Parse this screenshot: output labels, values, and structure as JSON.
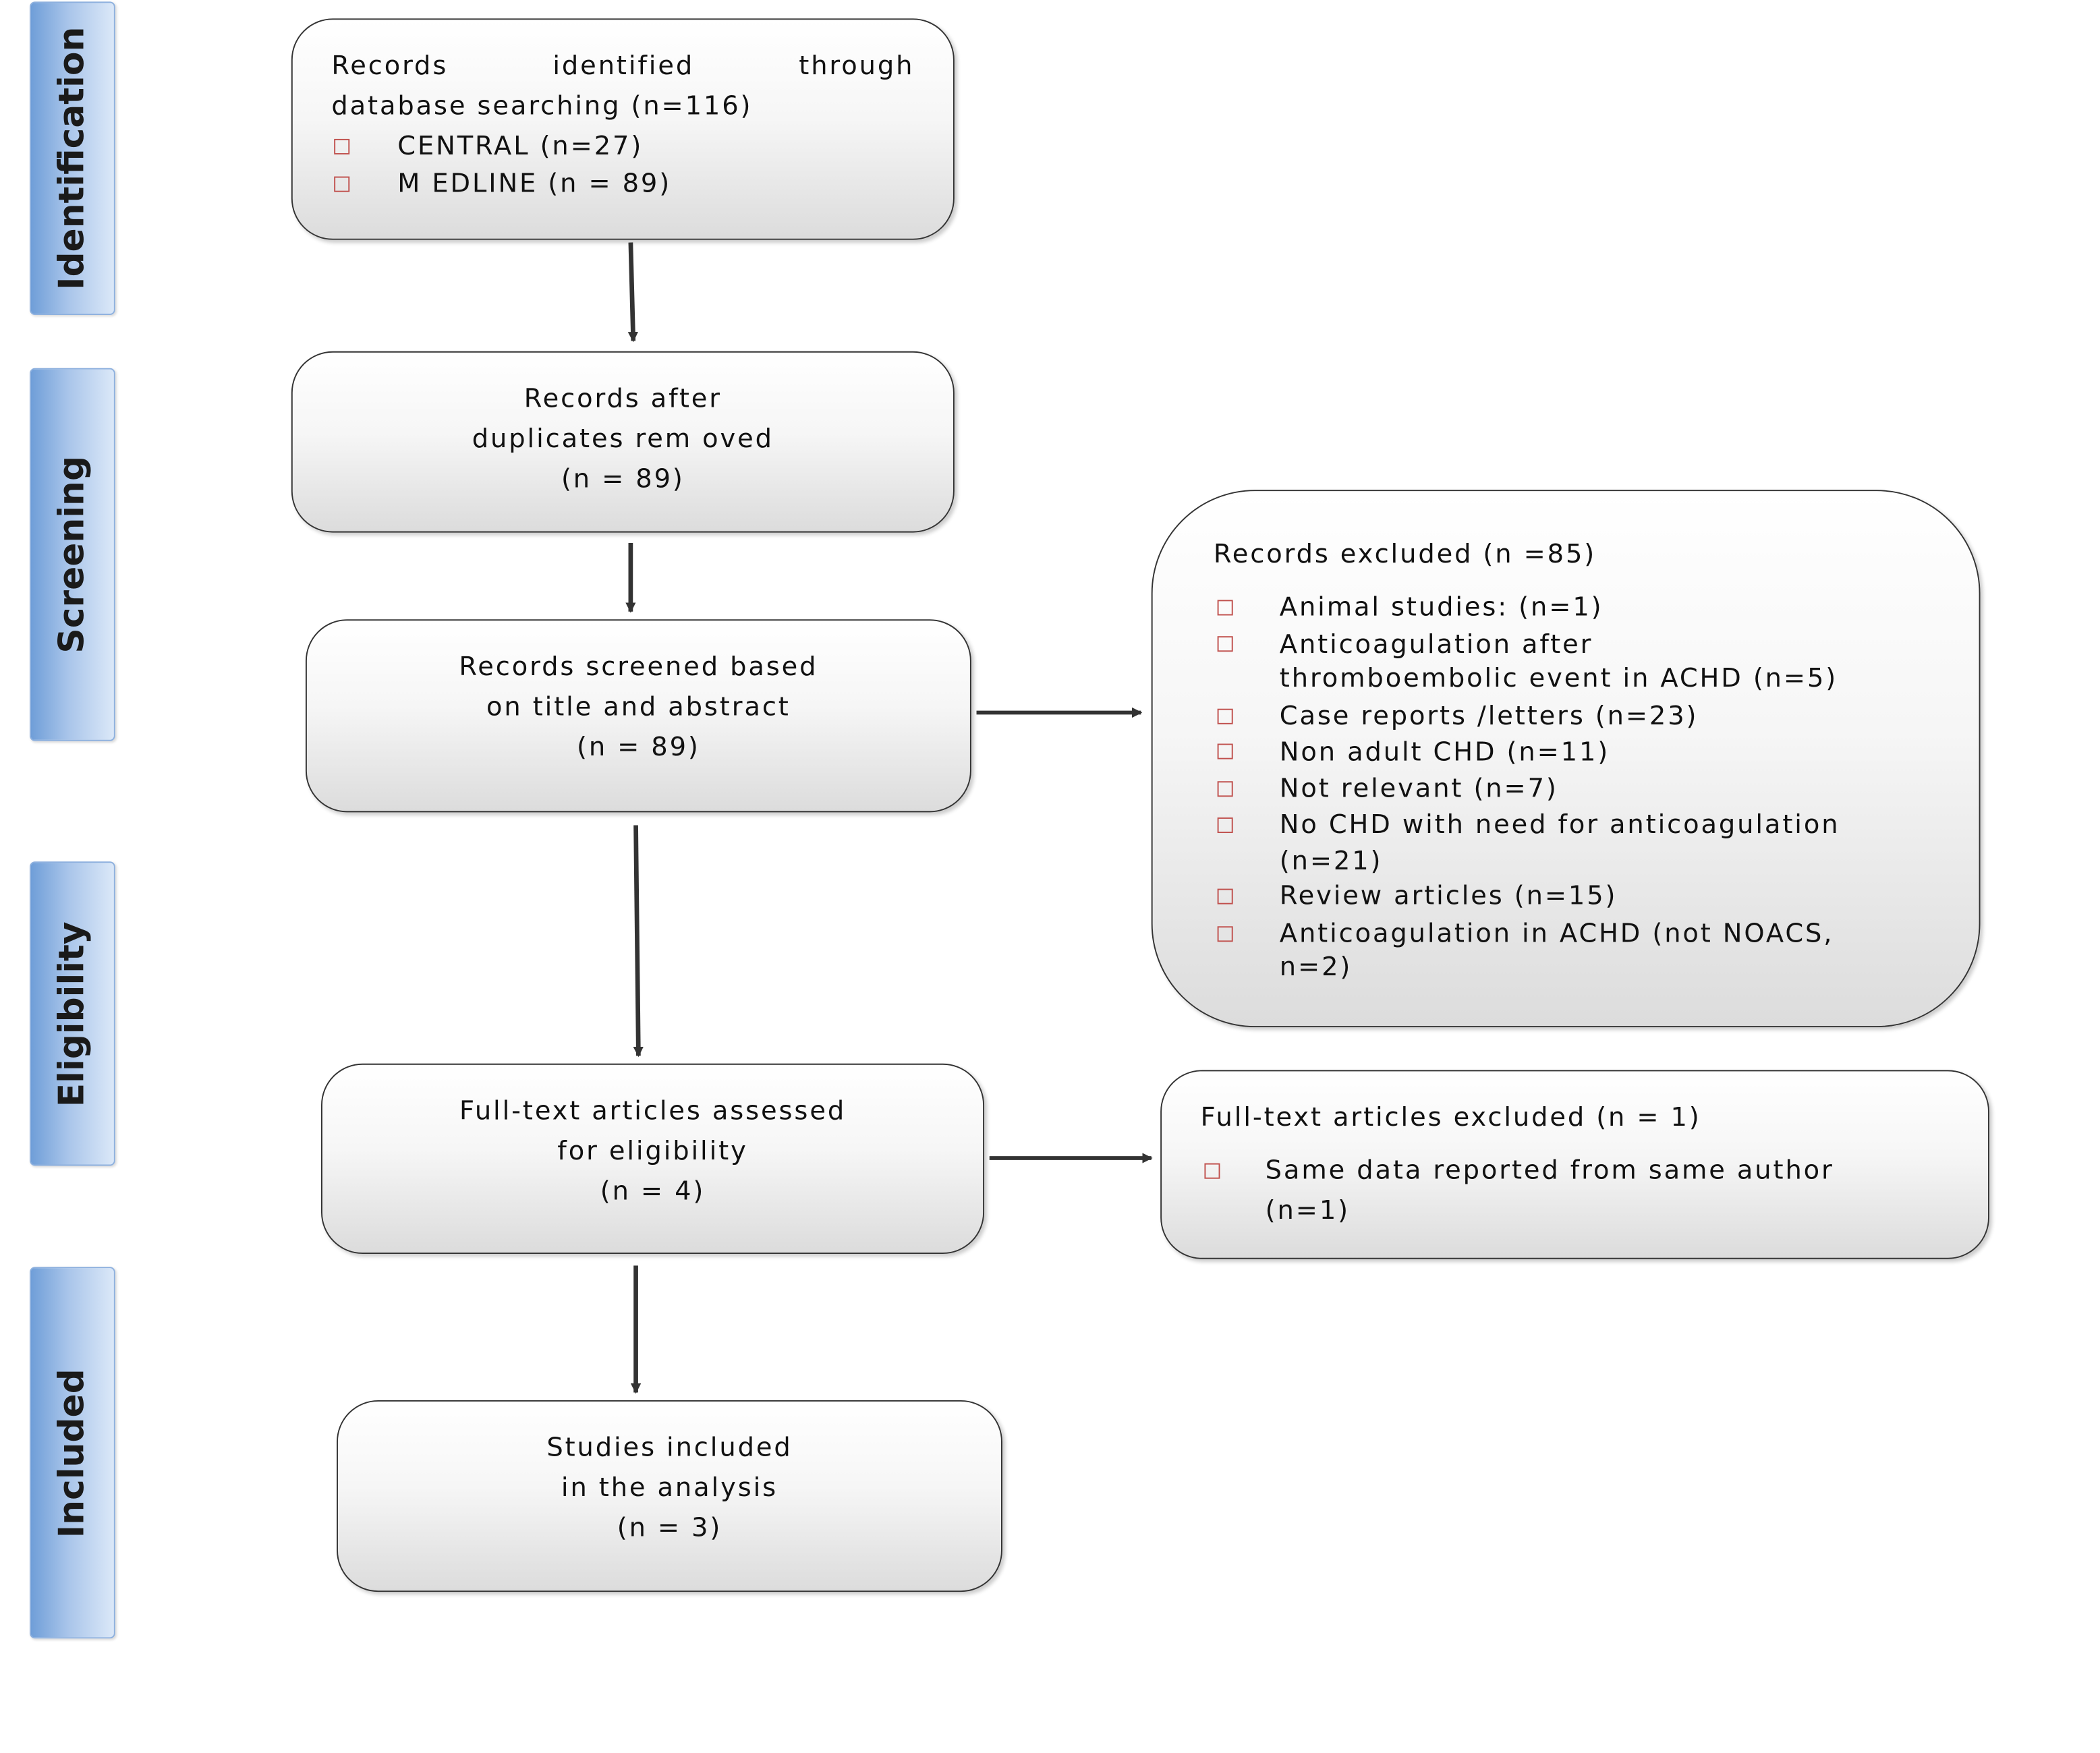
{
  "phases": {
    "identification": "Identification",
    "screening": "Screening",
    "eligibility": "Eligibility",
    "included": "Included"
  },
  "identified": {
    "line1_words": [
      "Records",
      "identified",
      "through"
    ],
    "line2": "database searching (n=116)",
    "items": [
      "CENTRAL (n=27)",
      "M EDLINE (n = 89)"
    ]
  },
  "duplicates": {
    "lines": [
      "Records after",
      "duplicates rem oved",
      "(n = 89)"
    ]
  },
  "screened": {
    "lines": [
      "Records screened based",
      "on title and abstract",
      "(n = 89)"
    ]
  },
  "excluded": {
    "title": "Records excluded (n =85)",
    "items": [
      {
        "lines": [
          "Animal studies: (n=1)"
        ]
      },
      {
        "lines": [
          "Anticoagulation after",
          "thromboembolic event in ACHD (n=5)"
        ]
      },
      {
        "lines": [
          "Case reports /letters (n=23)"
        ]
      },
      {
        "lines": [
          "Non adult CHD (n=11)"
        ]
      },
      {
        "lines": [
          "Not relevant (n=7)"
        ]
      },
      {
        "lines": [
          "No CHD with need for anticoagulation",
          "(n=21)"
        ]
      },
      {
        "lines": [
          "Review articles (n=15)"
        ]
      },
      {
        "lines": [
          "Anticoagulation in ACHD (not NOACS,",
          "n=2)"
        ]
      }
    ]
  },
  "fulltext": {
    "lines": [
      "Full-text articles assessed",
      "for eligibility",
      "(n = 4)"
    ]
  },
  "fulltext_excluded": {
    "title": "Full-text articles excluded (n = 1)",
    "items": [
      {
        "lines": [
          "Same data reported from same author",
          "(n=1)"
        ]
      }
    ]
  },
  "included_box": {
    "lines": [
      "Studies included",
      "in the analysis",
      "(n = 3)"
    ]
  }
}
